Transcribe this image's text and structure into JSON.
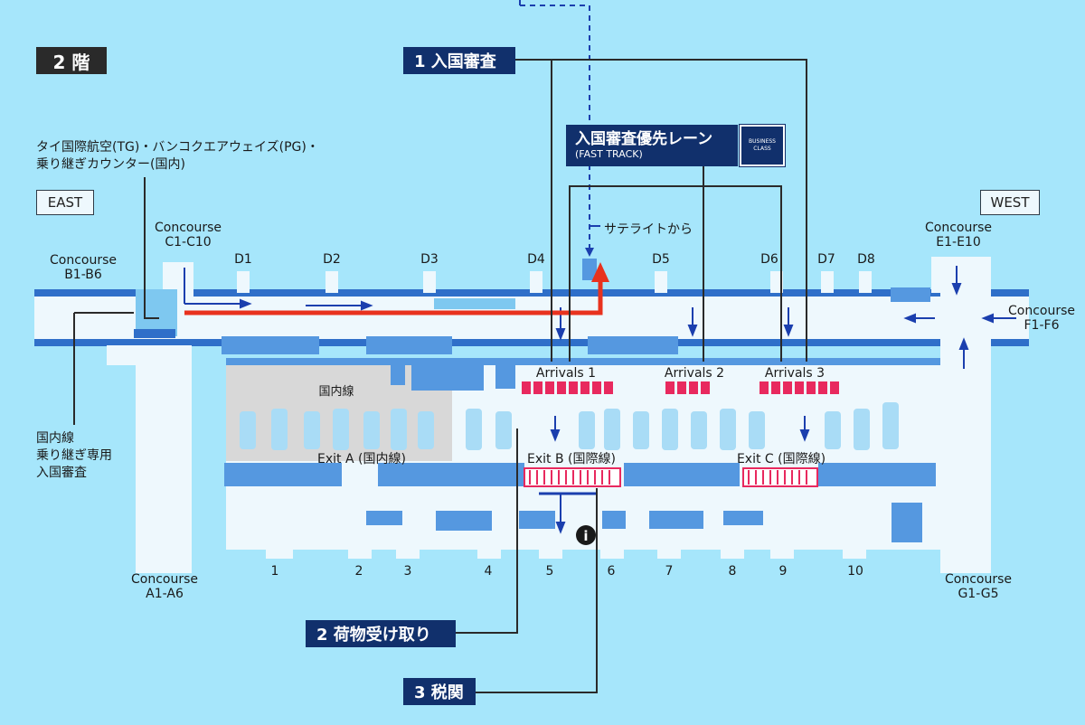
{
  "floor_label": "2 階",
  "directions": {
    "east": "EAST",
    "west": "WEST"
  },
  "steps": {
    "immigration": "1 入国審査",
    "baggage": "2 荷物受け取り",
    "customs": "3 税関"
  },
  "fast_track": {
    "title": "入国審査優先レーン",
    "subtitle": "(FAST TRACK)",
    "badge_line1": "BUSINESS",
    "badge_line2": "CLASS"
  },
  "notes": {
    "transfer_counter_line1": "タイ国際航空(TG)・バンコクエアウェイズ(PG)・",
    "transfer_counter_line2": "乗り継ぎカウンター(国内)",
    "domestic_immigration_line1": "国内線",
    "domestic_immigration_line2": "乗り継ぎ専用",
    "domestic_immigration_line3": "入国審査",
    "from_satellite": "サテライトから"
  },
  "concourses": {
    "c": {
      "line1": "Concourse",
      "line2": "C1-C10"
    },
    "b": {
      "line1": "Concourse",
      "line2": "B1-B6"
    },
    "e": {
      "line1": "Concourse",
      "line2": "E1-E10"
    },
    "f": {
      "line1": "Concourse",
      "line2": "F1-F6"
    },
    "a": {
      "line1": "Concourse",
      "line2": "A1-A6"
    },
    "g": {
      "line1": "Concourse",
      "line2": "G1-G5"
    }
  },
  "gates": [
    "D1",
    "D2",
    "D3",
    "D4",
    "D5",
    "D6",
    "D7",
    "D8"
  ],
  "arrivals": [
    "Arrivals 1",
    "Arrivals 2",
    "Arrivals 3"
  ],
  "domestic_area": "国内線",
  "exits": [
    "Exit A (国内線)",
    "Exit B (国際線)",
    "Exit C (国際線)"
  ],
  "door_numbers": [
    "1",
    "2",
    "3",
    "4",
    "5",
    "6",
    "7",
    "8",
    "9",
    "10"
  ],
  "info_symbol": "i",
  "colors": {
    "background": "#a6e6fb",
    "floor": "#eef8fd",
    "structure_blue": "#3a7fd6",
    "light_blue": "#7ec8f0",
    "label_navy": "#11306c",
    "route_red": "#e8321e",
    "carousel_pink": "#e8295e"
  }
}
